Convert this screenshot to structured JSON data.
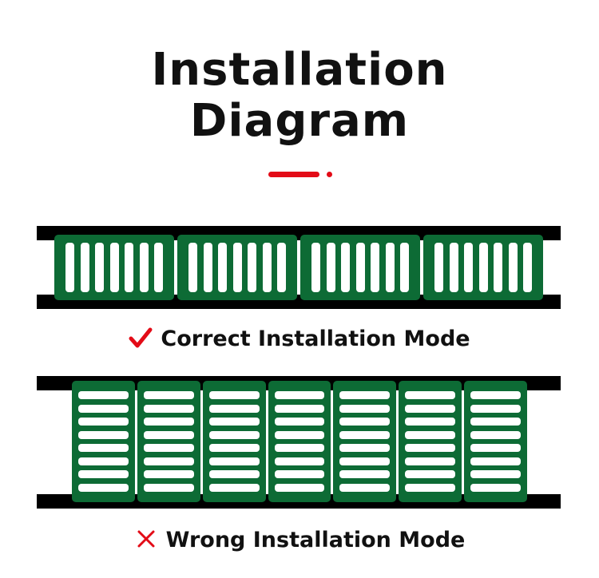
{
  "title_line1": "Installation",
  "title_line2": "Diagram",
  "correct": {
    "label": "Correct Installation Mode",
    "icon": "check-icon",
    "panel_count": 4,
    "slots_per_panel": 7,
    "slot_orientation": "vertical"
  },
  "wrong": {
    "label": "Wrong Installation Mode",
    "icon": "cross-icon",
    "panel_count": 7,
    "slots_per_panel": 8,
    "slot_orientation": "horizontal"
  },
  "colors": {
    "accent": "#e30b17",
    "panel": "#0d6b35",
    "rail": "#000000",
    "slot": "#ffffff"
  }
}
